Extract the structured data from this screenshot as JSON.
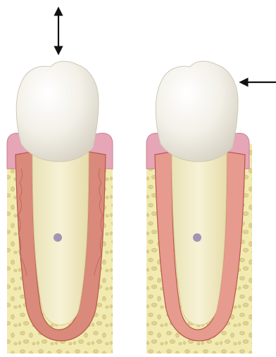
{
  "figure": {
    "panels": [
      {
        "id": "left",
        "force_direction": "vertical",
        "arrow_icon": "double-headed-vertical-arrow-icon",
        "marker_icon": "center-dot-icon"
      },
      {
        "id": "right",
        "force_direction": "horizontal-from-right",
        "arrow_icon": "left-pointing-arrow-icon",
        "marker_icon": "center-dot-icon"
      }
    ],
    "colors": {
      "crown": "#f2efe6",
      "root": "#f0ebc8",
      "bone": "#f1ebb2",
      "bone_pores": "#d8c98a",
      "pdl": "#d98a7a",
      "pdl_dark": "#b8584e",
      "gingiva": "#e6a6b7",
      "dot": "#a394b3",
      "arrow": "#111111"
    }
  }
}
